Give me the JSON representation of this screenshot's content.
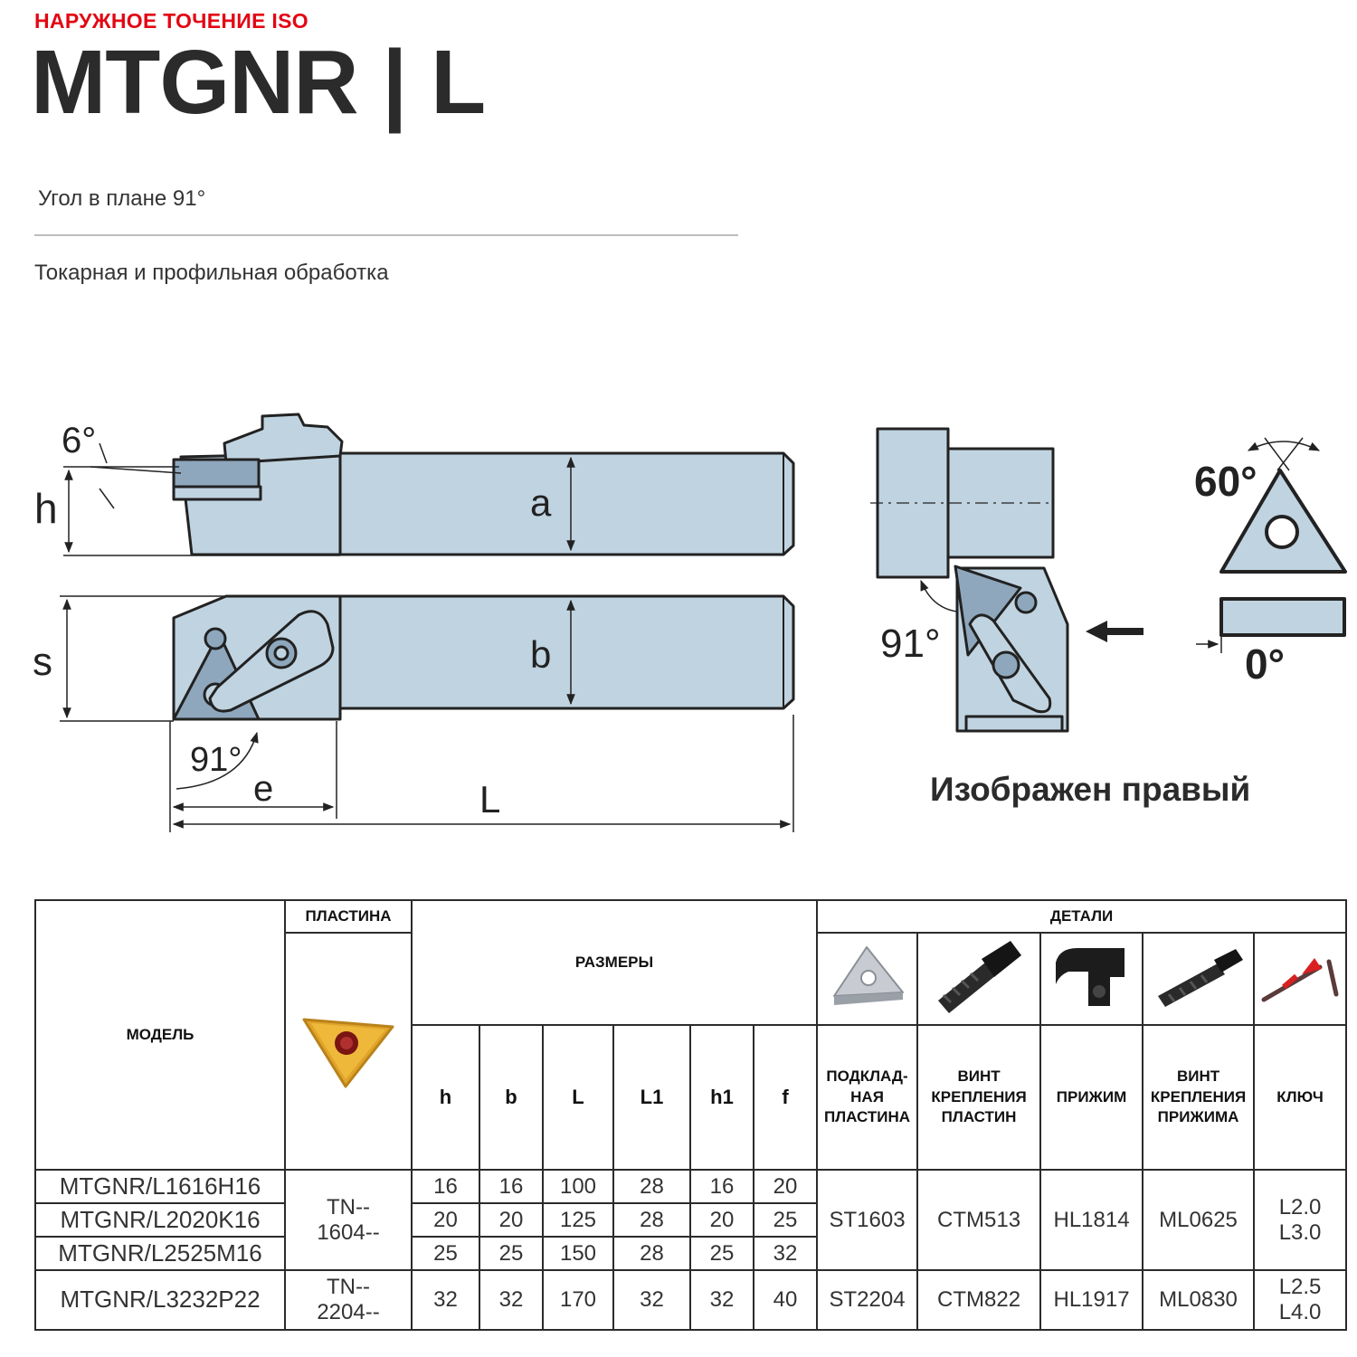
{
  "header": {
    "category": "НАРУЖНОЕ ТОЧЕНИЕ ISO",
    "title": "MTGNR | L",
    "angle": "Угол в плане 91°",
    "purpose": "Токарная и профильная обработка"
  },
  "colors": {
    "brand_red": "#e30613",
    "tool_fill": "#c0d3e0",
    "insert_fill": "#8ea7bc",
    "text_dark": "#2b2b2b"
  },
  "drawing": {
    "angle_6": "6°",
    "label_h": "h",
    "label_a": "a",
    "label_s": "s",
    "label_b": "b",
    "angle_91_side": "91°",
    "label_e": "e",
    "label_L": "L",
    "angle_91_top": "91°",
    "angle_60": "60°",
    "angle_0": "0°",
    "shown": "Изображен правый"
  },
  "table": {
    "headers": {
      "model": "МОДЕЛЬ",
      "insert": "ПЛАСТИНА",
      "dimensions": "РАЗМЕРЫ",
      "parts": "ДЕТАЛИ"
    },
    "dim_columns": [
      "h",
      "b",
      "L",
      "L1",
      "h1",
      "f"
    ],
    "part_columns": [
      {
        "line1": "ПОДКЛАД-",
        "line2": "НАЯ",
        "line3": "ПЛАСТИНА",
        "icon": "shim-plate-icon"
      },
      {
        "line1": "ВИНТ",
        "line2": "КРЕПЛЕНИЯ",
        "line3": "ПЛАСТИН",
        "icon": "insert-screw-icon"
      },
      {
        "line1": "",
        "line2": "ПРИЖИМ",
        "line3": "",
        "icon": "clamp-icon"
      },
      {
        "line1": "ВИНТ",
        "line2": "КРЕПЛЕНИЯ",
        "line3": "ПРИЖИМА",
        "icon": "clamp-screw-icon"
      },
      {
        "line1": "",
        "line2": "КЛЮЧ",
        "line3": "",
        "icon": "key-icon"
      }
    ],
    "insert_icon": "triangular-insert-icon",
    "group1": {
      "insert_line1": "TN--",
      "insert_line2": "1604--",
      "shim": "ST1603",
      "screw": "CTM513",
      "clamp": "HL1814",
      "clamp_screw": "ML0625",
      "key_line1": "L2.0",
      "key_line2": "L3.0"
    },
    "group2": {
      "insert_line1": "TN--",
      "insert_line2": "2204--",
      "shim": "ST2204",
      "screw": "CTM822",
      "clamp": "HL1917",
      "clamp_screw": "ML0830",
      "key_line1": "L2.5",
      "key_line2": "L4.0"
    },
    "rows": [
      {
        "model": "MTGNR/L1616H16",
        "h": "16",
        "b": "16",
        "L": "100",
        "L1": "28",
        "h1": "16",
        "f": "20"
      },
      {
        "model": "MTGNR/L2020K16",
        "h": "20",
        "b": "20",
        "L": "125",
        "L1": "28",
        "h1": "20",
        "f": "25"
      },
      {
        "model": "MTGNR/L2525M16",
        "h": "25",
        "b": "25",
        "L": "150",
        "L1": "28",
        "h1": "25",
        "f": "32"
      },
      {
        "model": "MTGNR/L3232P22",
        "h": "32",
        "b": "32",
        "L": "170",
        "L1": "32",
        "h1": "32",
        "f": "40"
      }
    ]
  }
}
